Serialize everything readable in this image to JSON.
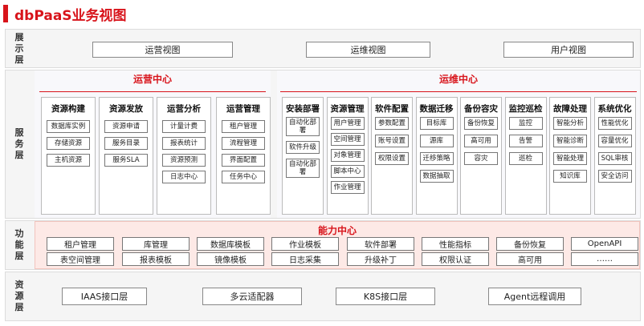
{
  "title": "dbPaaS业务视图",
  "layers": {
    "display": "展示层",
    "service": "服务层",
    "function": "功能层",
    "resource": "资源层"
  },
  "display_views": [
    "运营视图",
    "运维视图",
    "用户视图"
  ],
  "ops_center": {
    "title": "运营中心",
    "columns": [
      {
        "title": "资源构建",
        "items": [
          "数据库实例",
          "存储资源",
          "主机资源"
        ]
      },
      {
        "title": "资源发放",
        "items": [
          "资源申请",
          "服务目录",
          "服务SLA"
        ]
      },
      {
        "title": "运营分析",
        "items": [
          "计量计费",
          "报表统计",
          "资源预测",
          "日志中心"
        ]
      },
      {
        "title": "运营管理",
        "items": [
          "租户管理",
          "流程管理",
          "界面配置",
          "任务中心"
        ]
      }
    ]
  },
  "maint_center": {
    "title": "运维中心",
    "columns": [
      {
        "title": "安装部署",
        "items": [
          "自动化部署",
          "软件升级",
          "自动化部署"
        ]
      },
      {
        "title": "资源管理",
        "items": [
          "用户管理",
          "空间管理",
          "对象管理",
          "脚本中心",
          "作业管理"
        ]
      },
      {
        "title": "软件配置",
        "items": [
          "参数配置",
          "账号设置",
          "权限设置"
        ]
      },
      {
        "title": "数据迁移",
        "items": [
          "目标库",
          "源库",
          "迁移策略",
          "数据抽取"
        ]
      },
      {
        "title": "备份容灾",
        "items": [
          "备份恢复",
          "高可用",
          "容灾"
        ]
      },
      {
        "title": "监控巡检",
        "items": [
          "监控",
          "告警",
          "巡检"
        ]
      },
      {
        "title": "故障处理",
        "items": [
          "智能分析",
          "智能诊断",
          "智能处理",
          "知识库"
        ]
      },
      {
        "title": "系统优化",
        "items": [
          "性能优化",
          "容量优化",
          "SQL审核",
          "安全访问"
        ]
      }
    ]
  },
  "capability": {
    "title": "能力中心",
    "row1": [
      "租户管理",
      "库管理",
      "数据库模板",
      "作业模板",
      "软件部署",
      "性能指标",
      "备份恢复",
      "OpenAPI"
    ],
    "row2": [
      "表空间管理",
      "报表模板",
      "镜像模板",
      "日志采集",
      "升级补丁",
      "权限认证",
      "高可用",
      "……"
    ]
  },
  "resources": [
    "IAAS接口层",
    "多云适配器",
    "K8S接口层",
    "Agent远程调用"
  ]
}
